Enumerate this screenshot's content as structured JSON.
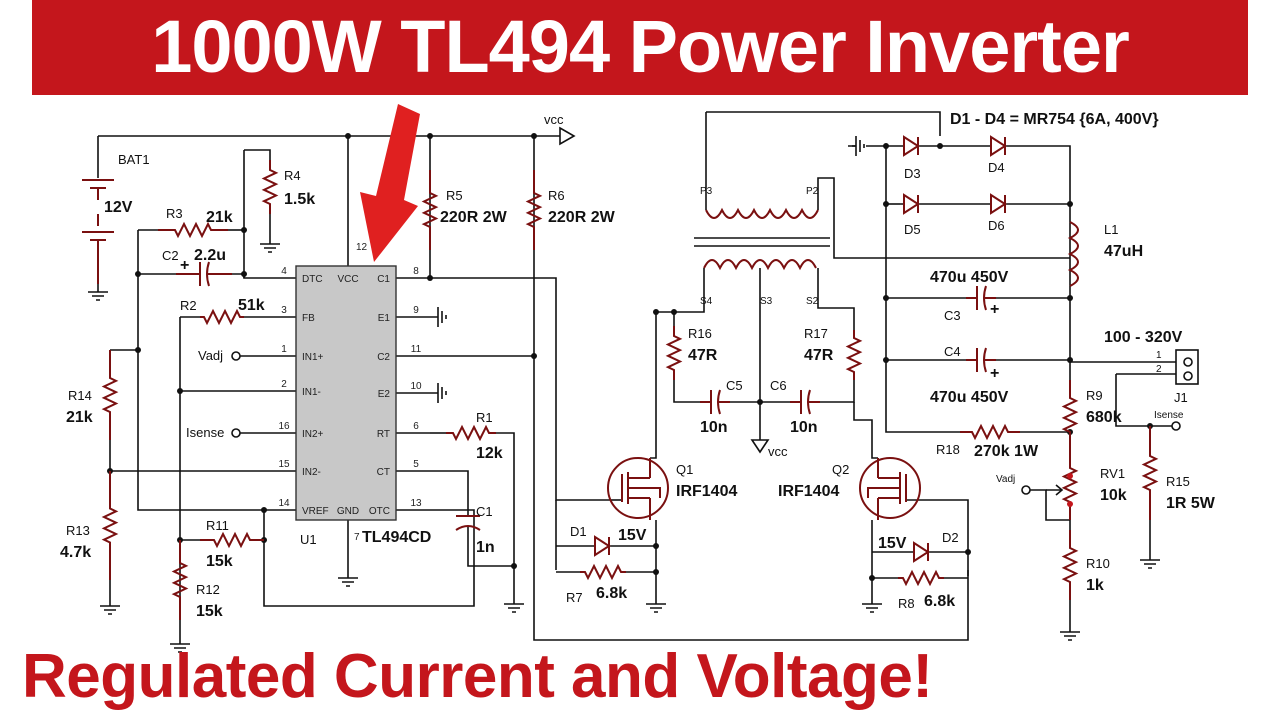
{
  "header": {
    "title": "1000W TL494 Power Inverter"
  },
  "footer": {
    "title": "Regulated Current and Voltage!"
  },
  "colors": {
    "banner": "#c4161c",
    "arrow": "#e02020",
    "chip": "#c8c8c8",
    "component": "#7a1010",
    "wire": "#111111"
  },
  "labels": {
    "bat1": "BAT1",
    "bat_v": "12V",
    "r3": "R3",
    "r3v": "21k",
    "r4": "R4",
    "r4v": "1.5k",
    "c2": "C2",
    "c2v": "2.2u",
    "r2": "R2",
    "r2v": "51k",
    "vadj": "Vadj",
    "isense": "Isense",
    "r14": "R14",
    "r14v": "21k",
    "r13": "R13",
    "r13v": "4.7k",
    "r11": "R11",
    "r11v": "15k",
    "r12": "R12",
    "r12v": "15k",
    "r5": "R5",
    "r5v": "220R 2W",
    "r6": "R6",
    "r6v": "220R 2W",
    "vcc": "vcc",
    "r1": "R1",
    "r1v": "12k",
    "c1": "C1",
    "c1v": "1n",
    "u1": "U1",
    "u1_part": "TL494CD",
    "q1": "Q1",
    "q1_part": "IRF1404",
    "q2": "Q2",
    "q2_part": "IRF1404",
    "d1": "D1",
    "d1v": "15V",
    "d2": "D2",
    "d2v": "15V",
    "r7": "R7",
    "r7v": "6.8k",
    "r8": "R8",
    "r8v": "6.8k",
    "r16": "R16",
    "r16v": "47R",
    "r17": "R17",
    "r17v": "47R",
    "c5": "C5",
    "c5v": "10n",
    "c6": "C6",
    "c6v": "10n",
    "vcc2": "vcc",
    "p3": "P3",
    "p2": "P2",
    "s4": "S4",
    "s3": "S3",
    "s2": "S2",
    "diodes_note": "D1 - D4 = MR754  {6A, 400V}",
    "d3": "D3",
    "d4": "D4",
    "d5": "D5",
    "d6": "D6",
    "l1": "L1",
    "l1v": "47uH",
    "c3": "C3",
    "c3v": "470u 450V",
    "c4": "C4",
    "c4v": "470u 450V",
    "out_range": "100 - 320V",
    "j1": "J1",
    "j1_pin1": "1",
    "j1_pin2": "2",
    "r9": "R9",
    "r9v": "680k",
    "r18": "R18",
    "r18v": "270k 1W",
    "rv1": "RV1",
    "rv1v": "10k",
    "vadj2": "Vadj",
    "isense2": "Isense",
    "r15": "R15",
    "r15v": "1R 5W",
    "r10": "R10",
    "r10v": "1k",
    "plus": "+"
  },
  "ic_pins": {
    "left": [
      {
        "num": "4",
        "name": "DTC"
      },
      {
        "num": "3",
        "name": "FB"
      },
      {
        "num": "1",
        "name": "IN1+"
      },
      {
        "num": "2",
        "name": "IN1-"
      },
      {
        "num": "16",
        "name": "IN2+"
      },
      {
        "num": "15",
        "name": "IN2-"
      },
      {
        "num": "14",
        "name": "VREF"
      }
    ],
    "right": [
      {
        "num": "8",
        "name": "C1"
      },
      {
        "num": "9",
        "name": "E1"
      },
      {
        "num": "11",
        "name": "C2"
      },
      {
        "num": "10",
        "name": "E2"
      },
      {
        "num": "6",
        "name": "RT"
      },
      {
        "num": "5",
        "name": "CT"
      },
      {
        "num": "13",
        "name": "OTC"
      }
    ],
    "top": [
      {
        "num": "12",
        "name": "VCC"
      }
    ],
    "bottom": [
      {
        "num": "7",
        "name": "GND"
      }
    ]
  }
}
